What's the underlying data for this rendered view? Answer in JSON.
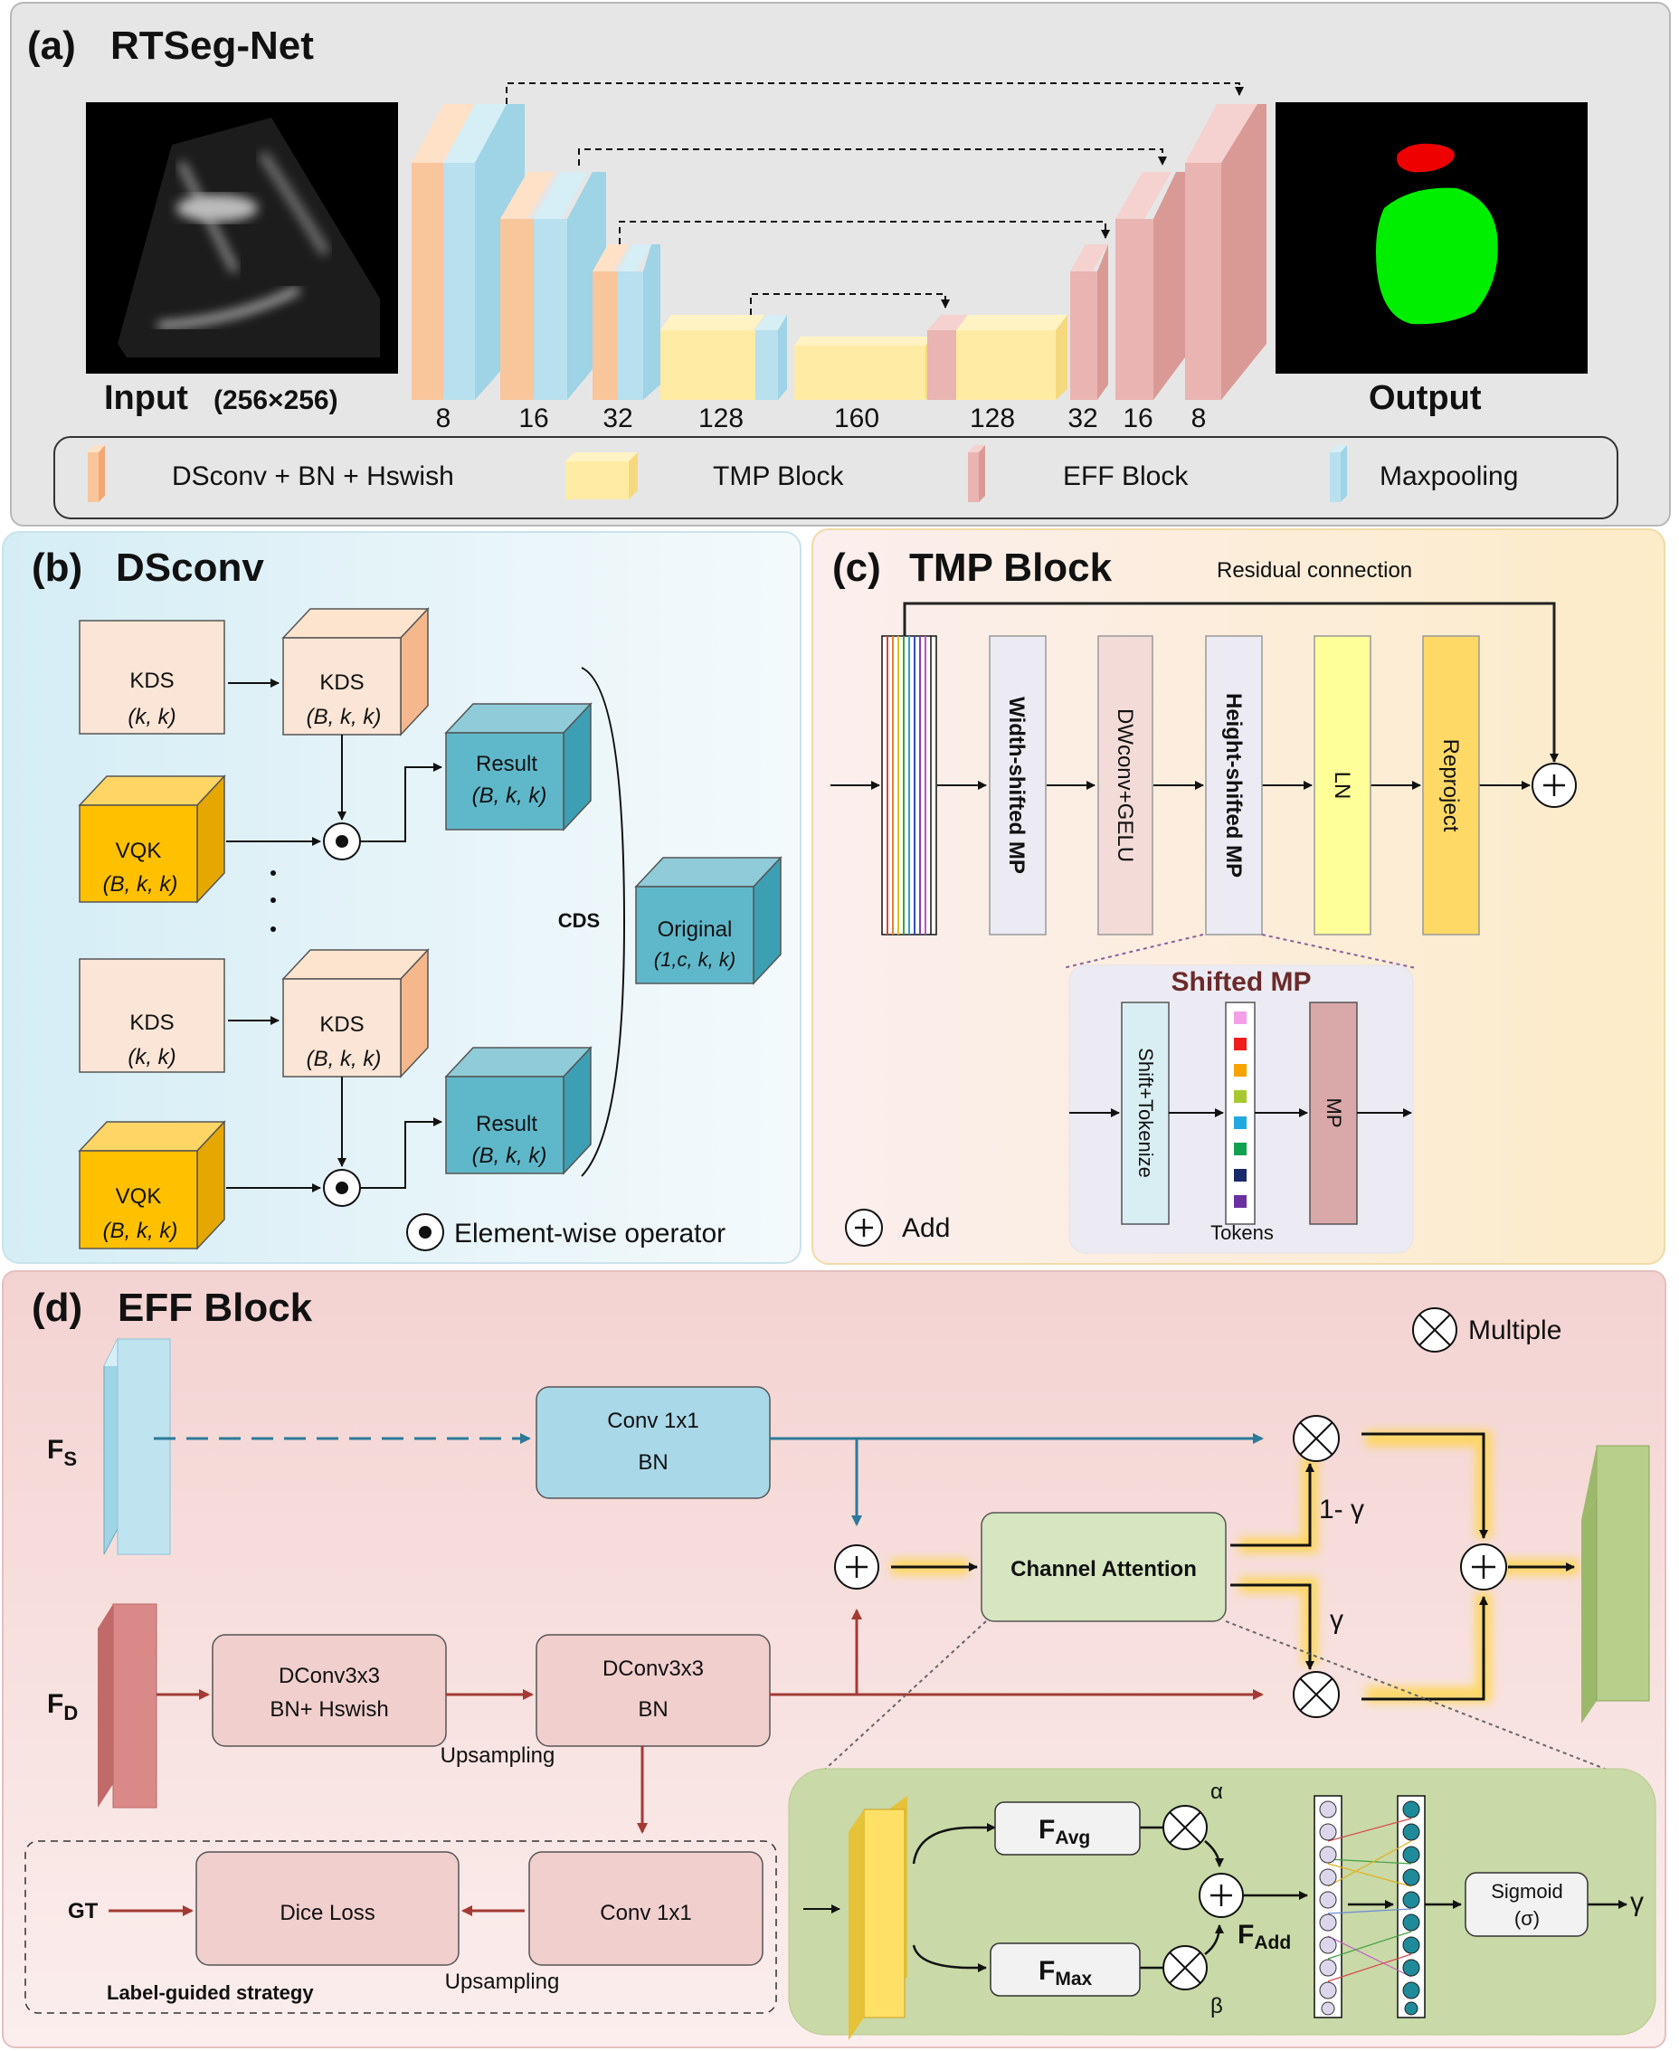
{
  "panel_a": {
    "label": "(a)",
    "title": "RTSeg-Net",
    "input_label": "Input",
    "input_size": "(256×256)",
    "output_label": "Output",
    "channels": [
      "8",
      "16",
      "32",
      "128",
      "160",
      "128",
      "32",
      "16",
      "8"
    ],
    "legend": [
      "DSconv + BN + Hswish",
      "TMP Block",
      "EFF Block",
      "Maxpooling"
    ]
  },
  "panel_b": {
    "label": "(b)",
    "title": "DSconv",
    "kds": "KDS",
    "kds_dims": "(k, k)",
    "kds3d_dims": "(B, k, k)",
    "vqk": "VQK",
    "vqk_dims": "(B, k, k)",
    "result": "Result",
    "result_dims": "(B, k, k)",
    "cds": "CDS",
    "original": "Original",
    "original_dims": "(1,c, k, k)",
    "legend": "Element-wise operator"
  },
  "panel_c": {
    "label": "(c)",
    "title": "TMP Block",
    "residual": "Residual connection",
    "blocks": [
      "Width-shifted MP",
      "DWconv+GELU",
      "Height-shifted MP",
      "LN",
      "Reproject"
    ],
    "shifted_title": "Shifted MP",
    "shift_tokenize": "Shift+Tokenize",
    "mp": "MP",
    "tokens": "Tokens",
    "add_legend": "Add",
    "colors": {
      "ln": "#ffff99",
      "reproject": "#ffd966",
      "mp_block": "#d9a8a8"
    }
  },
  "panel_d": {
    "label": "(d)",
    "title": "EFF Block",
    "multiple_legend": "Multiple",
    "fs_main": "F",
    "fs_sub": "S",
    "fd_main": "F",
    "fd_sub": "D",
    "conv1x1_top": "Conv 1x1",
    "bn": "BN",
    "dconv_1_a": "DConv3x3",
    "dconv_1_b": "BN+ Hswish",
    "dconv_2_a": "DConv3x3",
    "dconv_2_b": "BN",
    "upsampling": "Upsampling",
    "channel_attention": "Channel Attention",
    "one_minus_gamma": "1- γ",
    "gamma": "γ",
    "gt": "GT",
    "dice_loss": "Dice Loss",
    "conv1x1_bottom": "Conv 1x1",
    "upsampling_bottom": "Upsampling",
    "label_guided": "Label-guided strategy",
    "f_avg_main": "F",
    "f_avg_sub": "Avg",
    "f_max_main": "F",
    "f_max_sub": "Max",
    "f_add_main": "F",
    "f_add_sub": "Add",
    "alpha": "α",
    "beta": "β",
    "sigmoid": "Sigmoid",
    "sigma": "(σ)",
    "gamma_out": "γ"
  }
}
